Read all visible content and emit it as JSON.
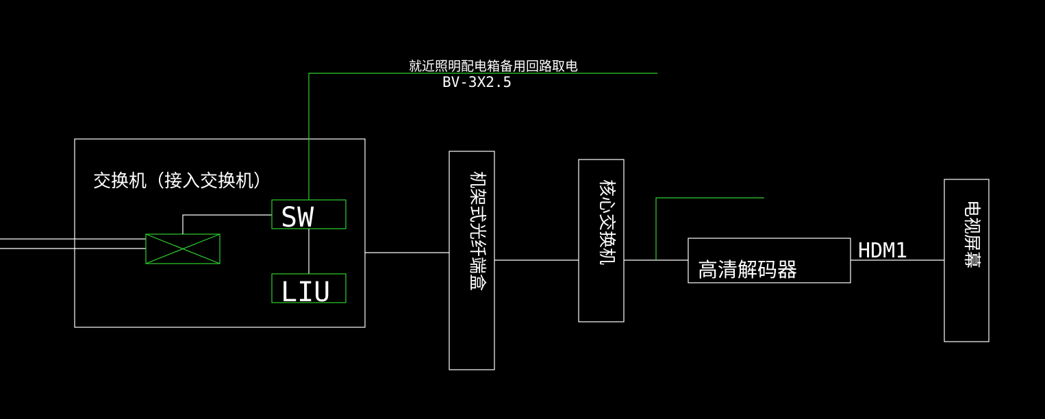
{
  "diagram": {
    "colors": {
      "background": "#000000",
      "line": "#ffffff",
      "accent": "#2dd22d"
    },
    "power": {
      "label": "就近照明配电箱备用回路取电",
      "cable": "BV-3X2.5"
    },
    "access_switch": {
      "label": "交换机（接入交换机）",
      "sw_label": "SW",
      "liu_label": "LIU"
    },
    "odf_label": "机架式光纤端盒",
    "core_switch_label": "核心交换机",
    "decoder_label": "高清解码器",
    "hdmi_label": "HDM1",
    "tv_label": "电视屏幕"
  }
}
